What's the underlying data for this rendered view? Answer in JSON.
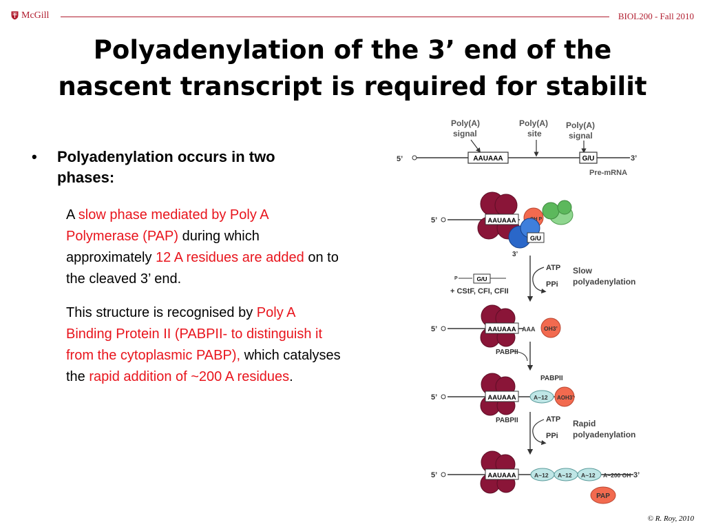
{
  "header": {
    "brand": "McGill",
    "course": "BIOL200 - Fall 2010"
  },
  "slide": {
    "title": "Polyadenylation of the 3’ end of the nascent transcript is required for stabilit",
    "bullet_marker": "•",
    "bullet": "Polyadenylation occurs in two phases:",
    "para1": {
      "p1": "A ",
      "p2": "slow phase mediated by Poly A Polymerase  (PAP)",
      "p3": " during which approximately ",
      "p4": "12 A residues are added",
      "p5": " on to the cleaved 3’ end."
    },
    "para2": {
      "p1": "This structure is recognised by ",
      "p2": "Poly A Binding Protein II (PABPII- to distinguish it from the cytoplasmic PABP),",
      "p3": " which catalyses the ",
      "p4": "rapid addition of ~200 A residues",
      "p5": "."
    }
  },
  "figure": {
    "labels": {
      "polya_signal_1": [
        "Poly(A)",
        "signal"
      ],
      "polya_site": [
        "Poly(A)",
        "site"
      ],
      "polya_signal_2": [
        "Poly(A)",
        "signal"
      ],
      "five_prime": "5’",
      "three_prime": "3’",
      "aauaaa": "AAUAAA",
      "gu": "G/U",
      "pre_mrna": "Pre-mRNA",
      "oh_p": "OH P",
      "atp": "ATP",
      "ppi": "PPi",
      "slow": [
        "Slow",
        "polyadenylation"
      ],
      "p": "P",
      "plus_factors": "+ CStF, CFI, CFII",
      "aaa": "AAA",
      "oh3": "OH3’",
      "pabpii": "PABPII",
      "a12": "A~12",
      "aoh": "AOH3’",
      "rapid": [
        "Rapid",
        "polyadenylation"
      ],
      "a200": "A~200 OH",
      "pap": "PAP"
    },
    "colors": {
      "cpsf": "#8a1538",
      "pap": "#f26a4f",
      "cstf": "#8fd68f",
      "cf": "#2a67c9",
      "pabpii": "#bfe6e6",
      "accent_red": "#e8141c"
    }
  },
  "footer": {
    "copyright": "© R. Roy, 2010"
  }
}
